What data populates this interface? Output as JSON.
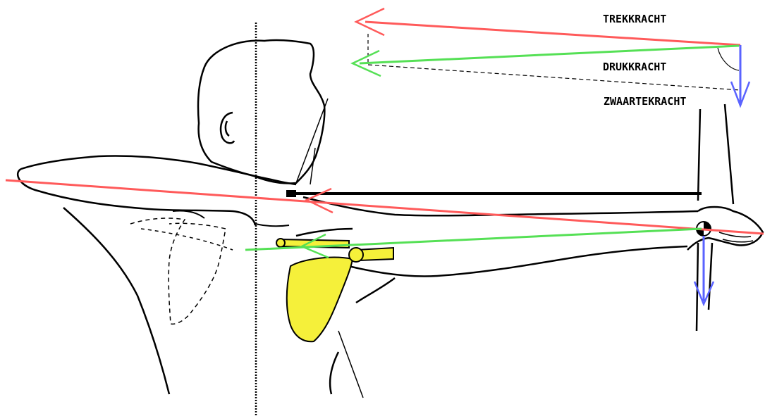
{
  "labels": {
    "trekkracht": "TREKKRACHT",
    "drukkracht": "DRUKKRACHT",
    "zwaartekracht": "ZWAARTEKRACHT"
  },
  "colors": {
    "trek": "#ff5a5a",
    "druk": "#55e055",
    "zwaarte": "#5a63ff",
    "scapula": "#f5f03a",
    "outline": "#000000"
  }
}
